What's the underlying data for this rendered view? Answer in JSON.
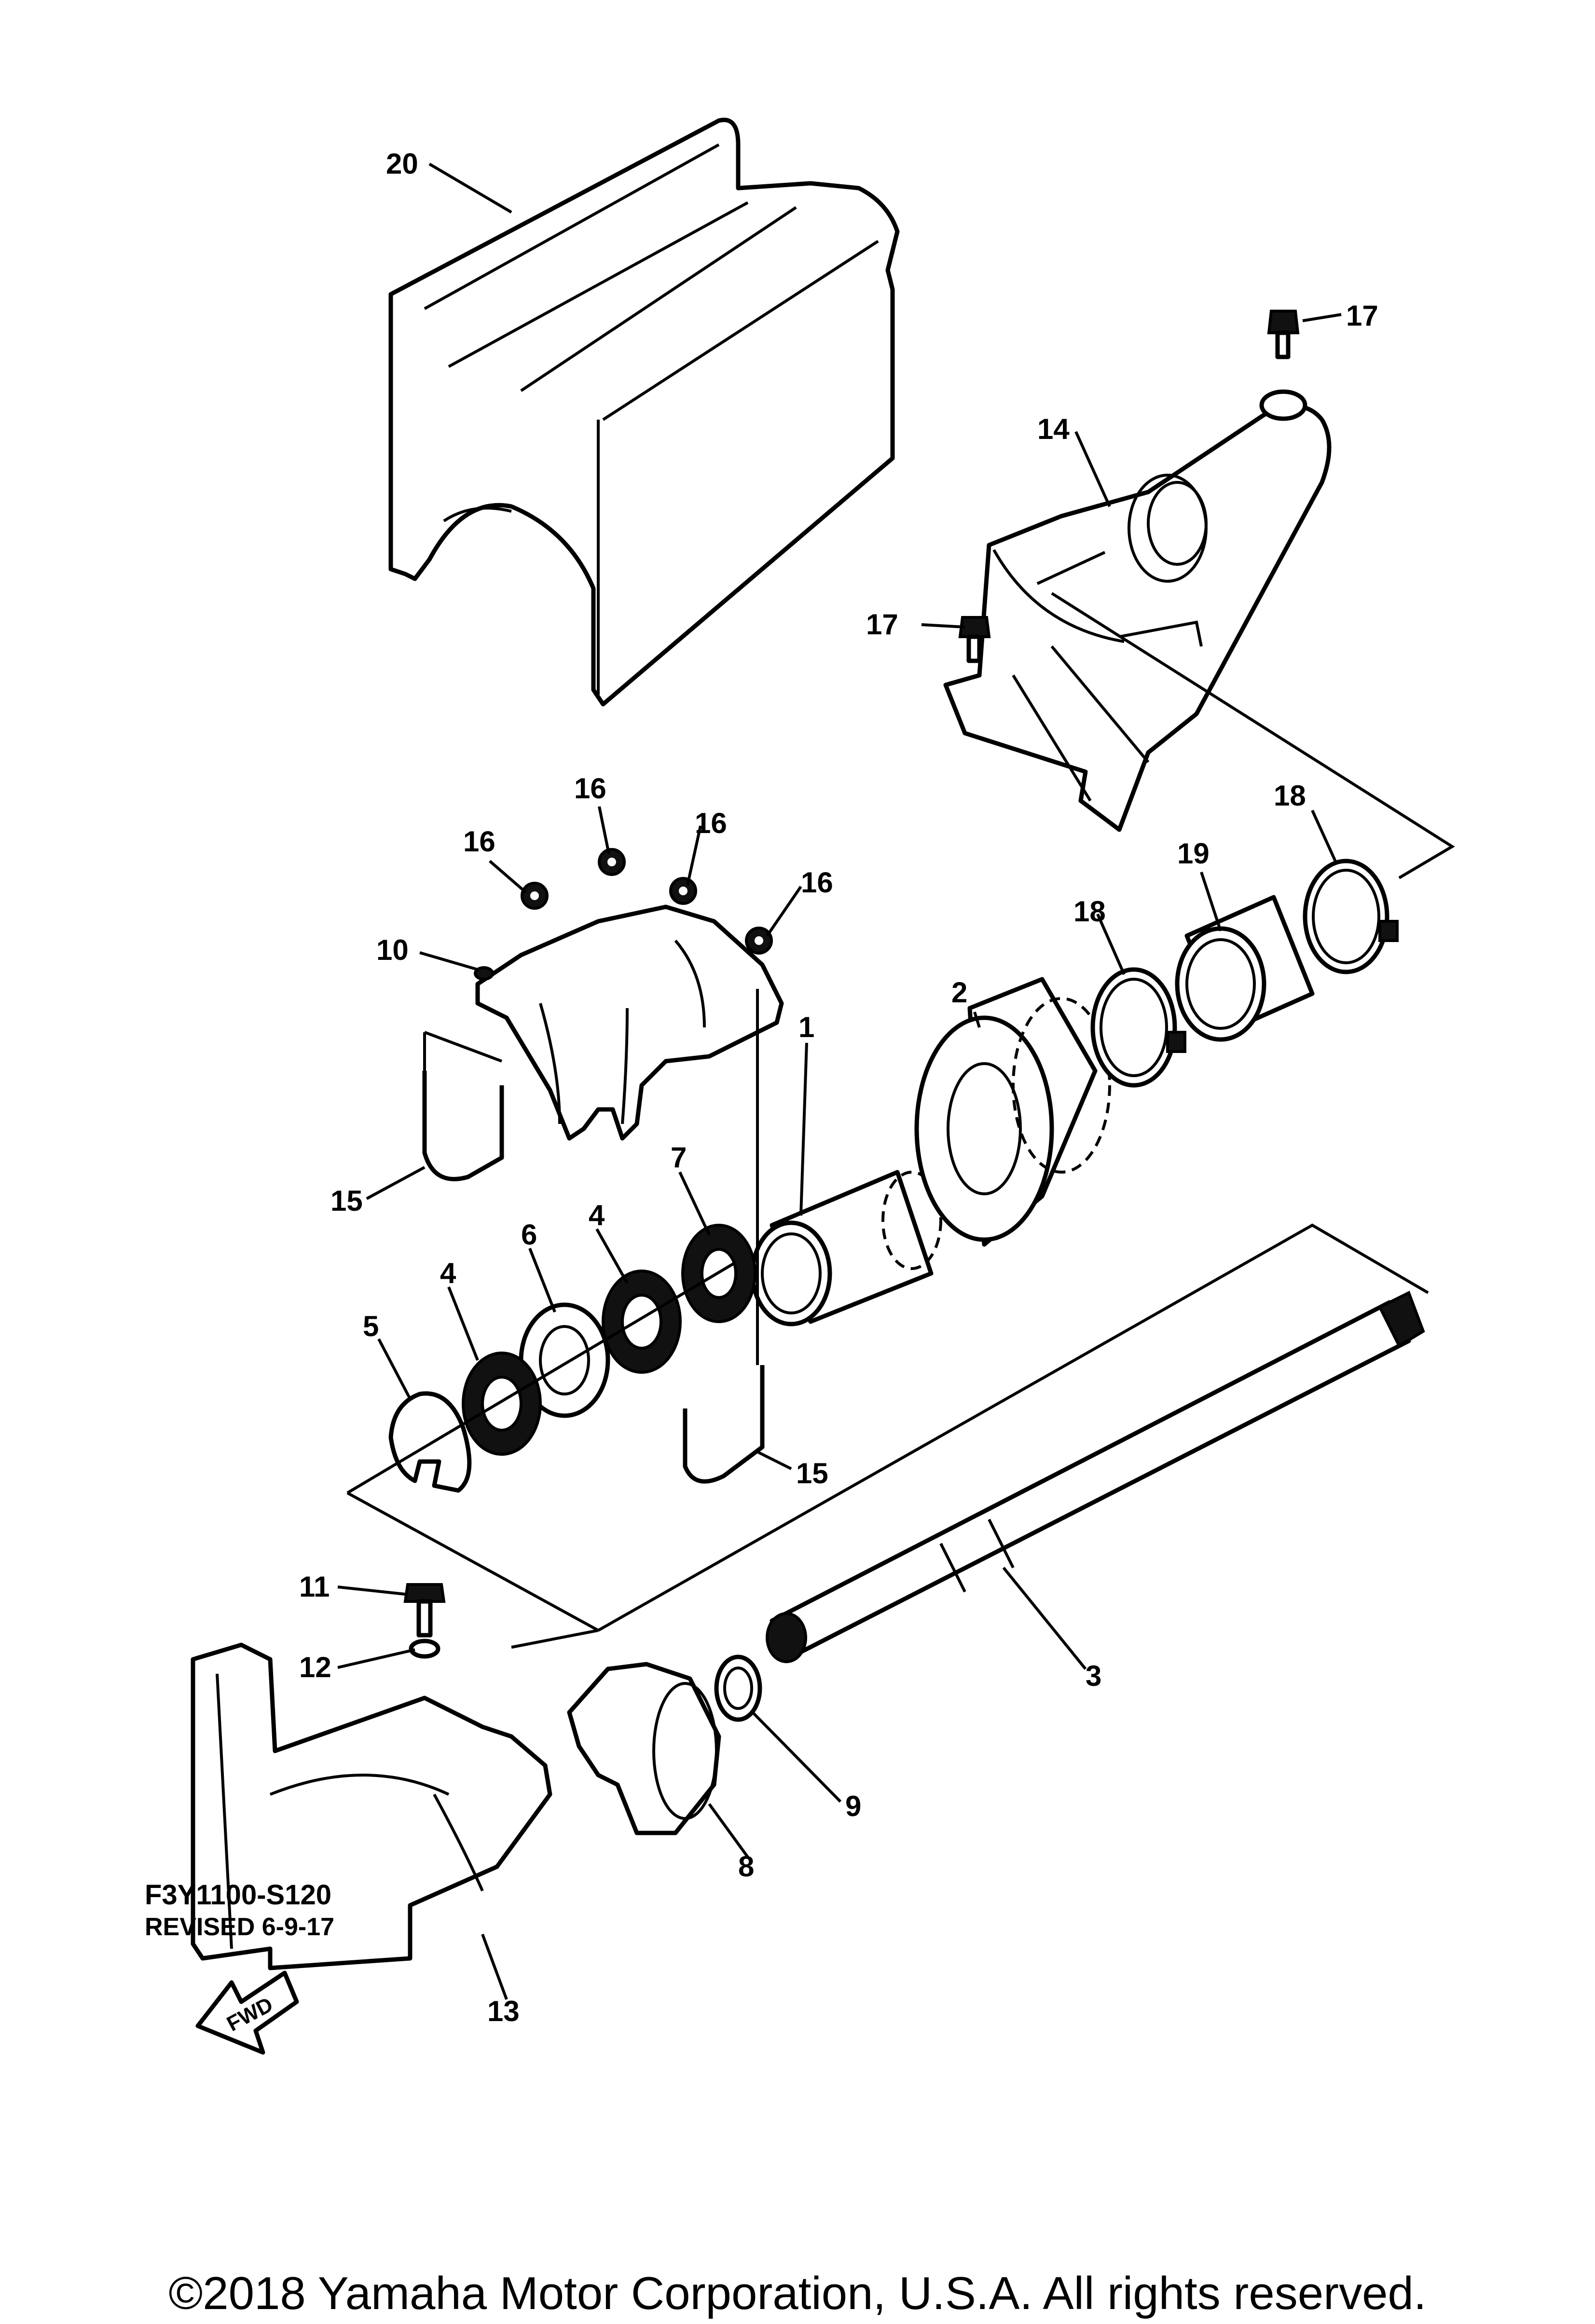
{
  "diagram": {
    "part_labels": {
      "p1": "1",
      "p2": "2",
      "p3": "3",
      "p4a": "4",
      "p4b": "4",
      "p5": "5",
      "p6": "6",
      "p7": "7",
      "p8": "8",
      "p9": "9",
      "p10": "10",
      "p11": "11",
      "p12": "12",
      "p13": "13",
      "p14": "14",
      "p15a": "15",
      "p15b": "15",
      "p16a": "16",
      "p16b": "16",
      "p16c": "16",
      "p16d": "16",
      "p17a": "17",
      "p17b": "17",
      "p18a": "18",
      "p18b": "18",
      "p19": "19",
      "p20": "20"
    },
    "fwd_label": "FWD",
    "ref_code": "F3Y1100-S120",
    "revised": "REVISED 6-9-17"
  },
  "footer": {
    "copyright": "©2018 Yamaha Motor Corporation, U.S.A. All rights reserved."
  }
}
